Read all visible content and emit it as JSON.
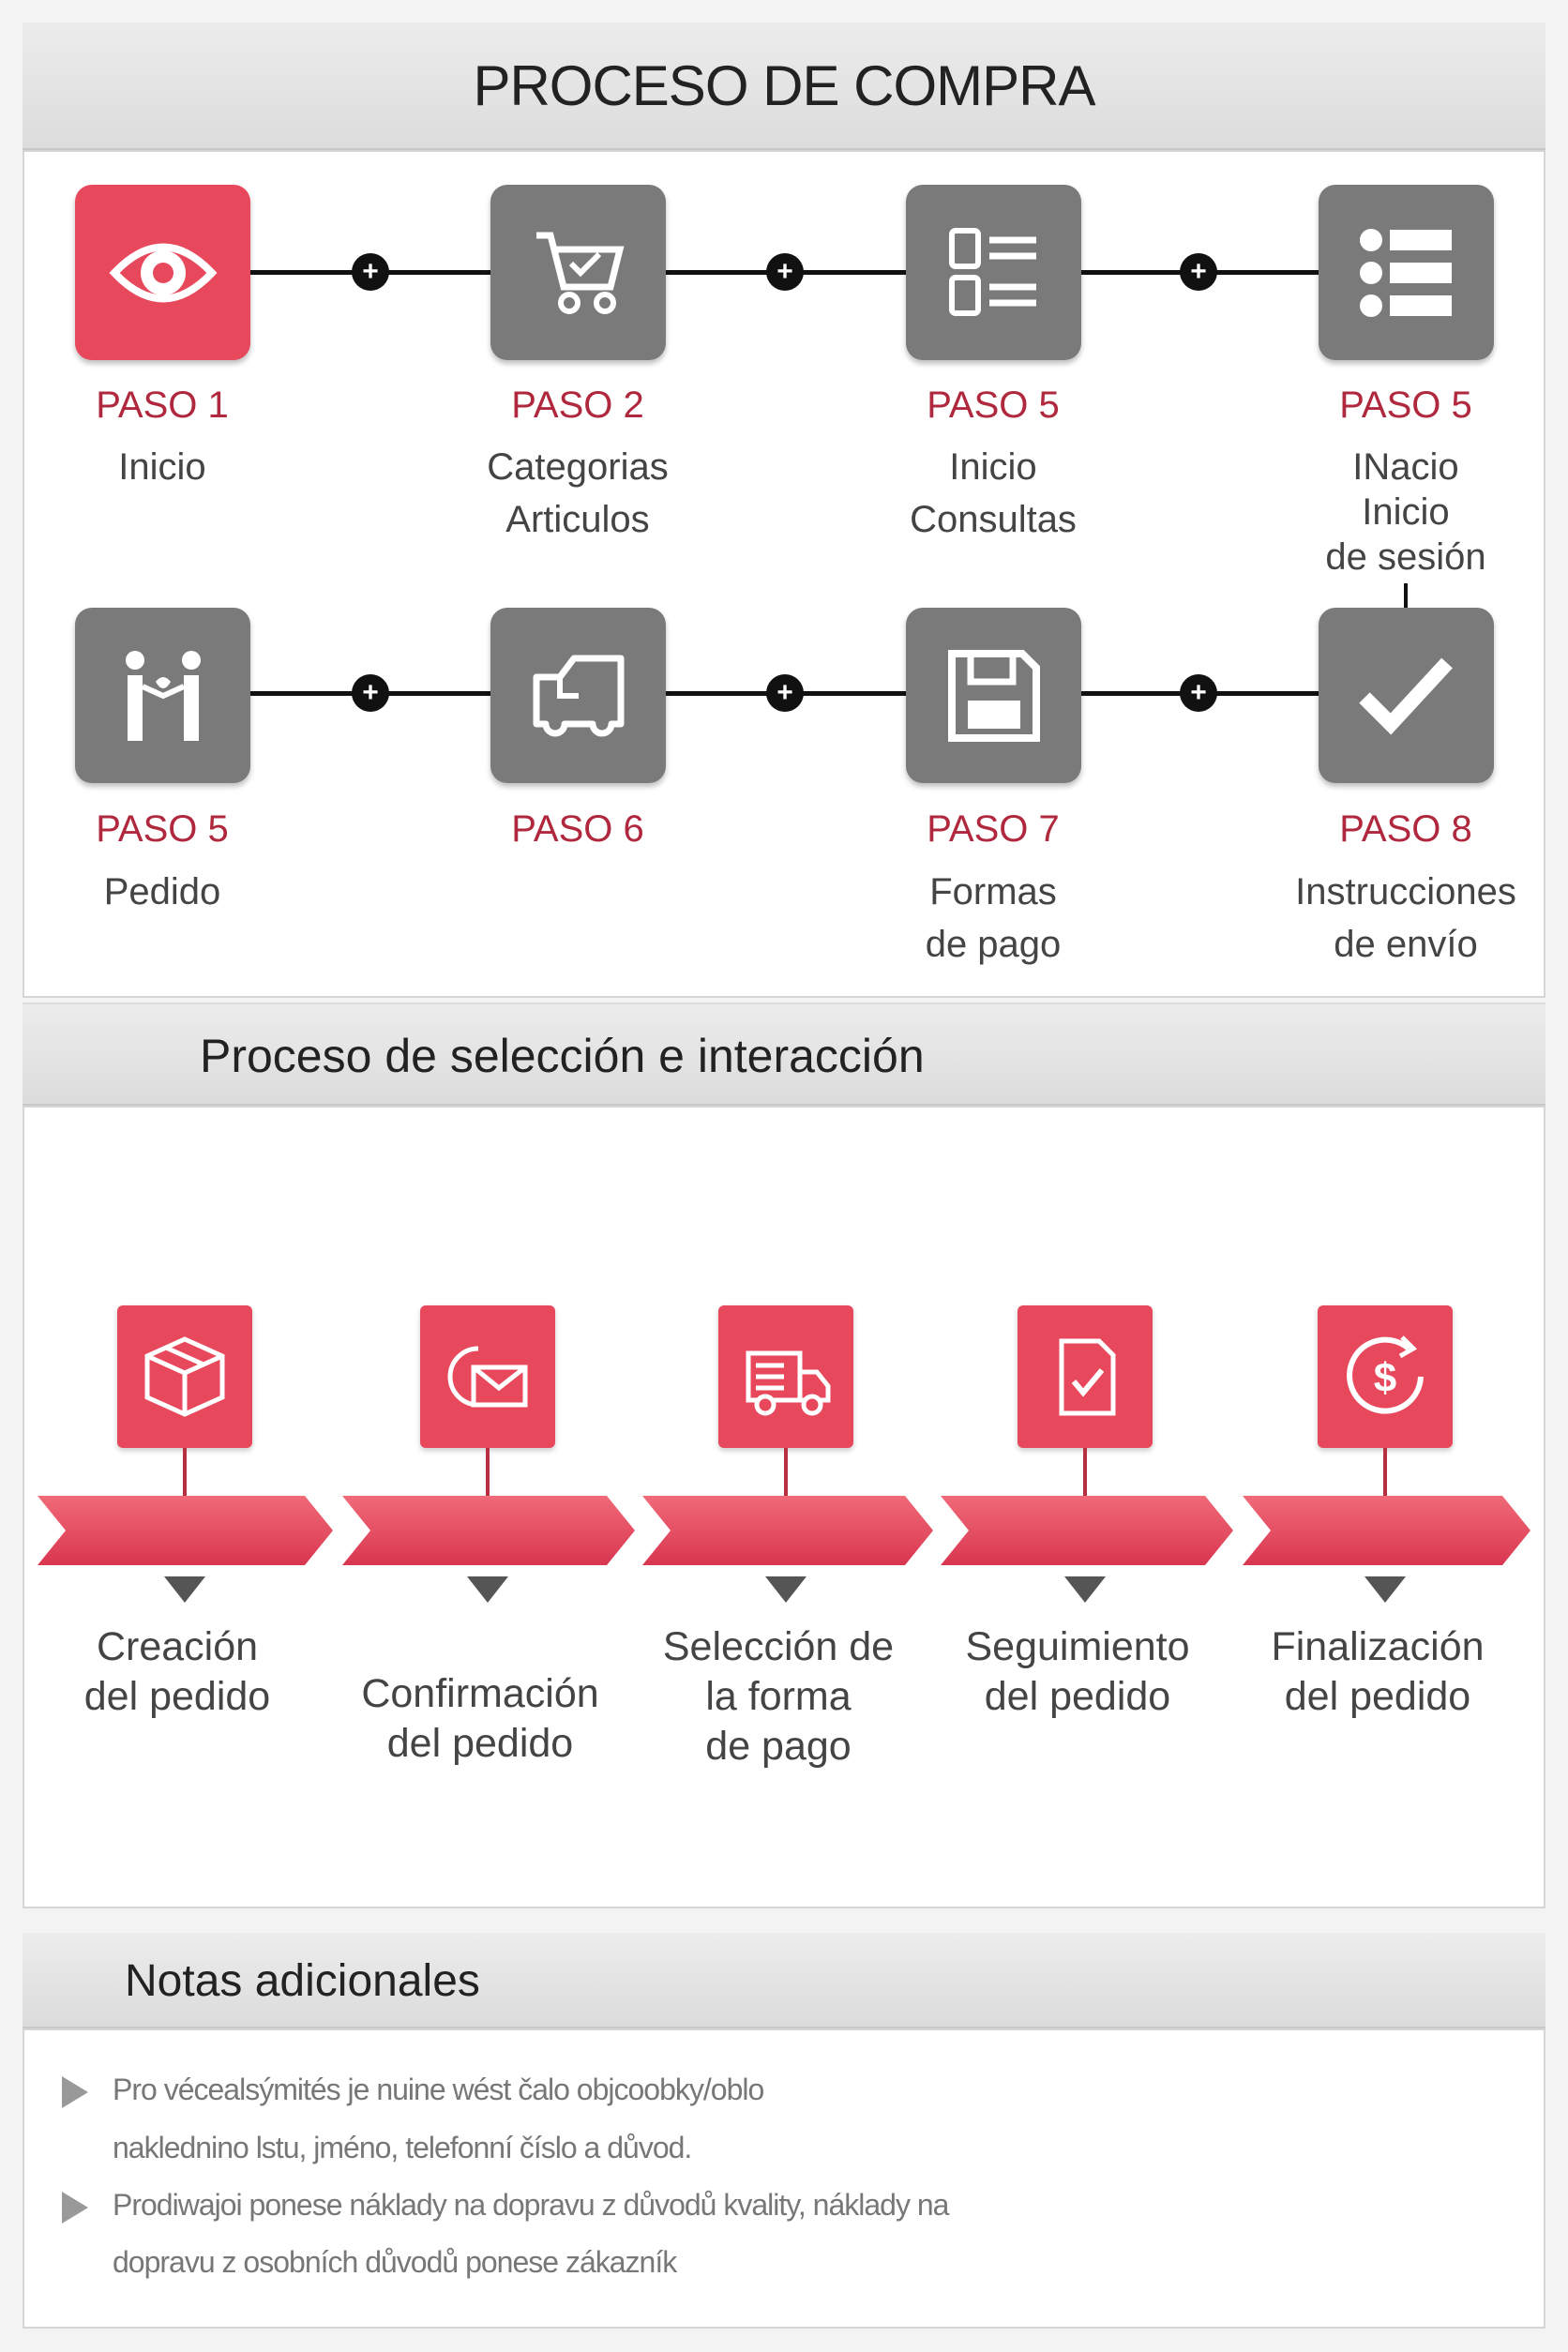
{
  "title": "PROCESO DE COMPRA",
  "steps": [
    {
      "paso": "PASO 1",
      "lines": [
        "Inicio"
      ],
      "icon": "eye-icon"
    },
    {
      "paso": "PASO 2",
      "lines": [
        "Categorias",
        "Articulos"
      ],
      "icon": "cart-icon"
    },
    {
      "paso": "PASO 5",
      "lines": [
        "Inicio",
        "Consultas"
      ],
      "icon": "checklist-icon"
    },
    {
      "paso": "PASO 5",
      "lines": [
        "INacio",
        "Inicio",
        "de sesión"
      ],
      "icon": "list-icon"
    },
    {
      "paso": "PASO 5",
      "lines": [
        "Pedido"
      ],
      "icon": "handover-icon"
    },
    {
      "paso": "PASO 6",
      "lines": [],
      "icon": "truck-icon"
    },
    {
      "paso": "PASO 7",
      "lines": [
        "Formas",
        "de pago"
      ],
      "icon": "floppy-icon"
    },
    {
      "paso": "PASO 8",
      "lines": [
        "Instrucciones",
        "de envío"
      ],
      "icon": "checkmark-icon"
    }
  ],
  "section2": {
    "title": "Proceso de selección e interacción",
    "stages": [
      {
        "lines": [
          "Creación",
          "del pedido"
        ],
        "icon": "box-icon"
      },
      {
        "lines": [
          "Confirmación",
          "del pedido"
        ],
        "icon": "mail-icon"
      },
      {
        "lines": [
          "Selección de",
          "la forma",
          "de pago"
        ],
        "icon": "delivery-truck-icon"
      },
      {
        "lines": [
          "Seguimiento",
          "del pedido"
        ],
        "icon": "document-check-icon"
      },
      {
        "lines": [
          "Finalización",
          "del pedido"
        ],
        "icon": "dollar-refresh-icon"
      }
    ]
  },
  "section3": {
    "title": "Notas adicionales",
    "notes": [
      [
        "Pro vécealsýmités je nuine wést čalo objcoobky/oblo",
        "naklednino lstu, jméno, telefonní číslo a důvod."
      ],
      [
        "Prodiwajoi ponese náklady na dopravu z důvodů kvality, náklady na",
        "dopravu z osobních důvodů ponese zákazník"
      ]
    ]
  },
  "colors": {
    "accent": "#e8485c",
    "paso": "#b0283d",
    "icon_gray": "#7a7a7a"
  }
}
